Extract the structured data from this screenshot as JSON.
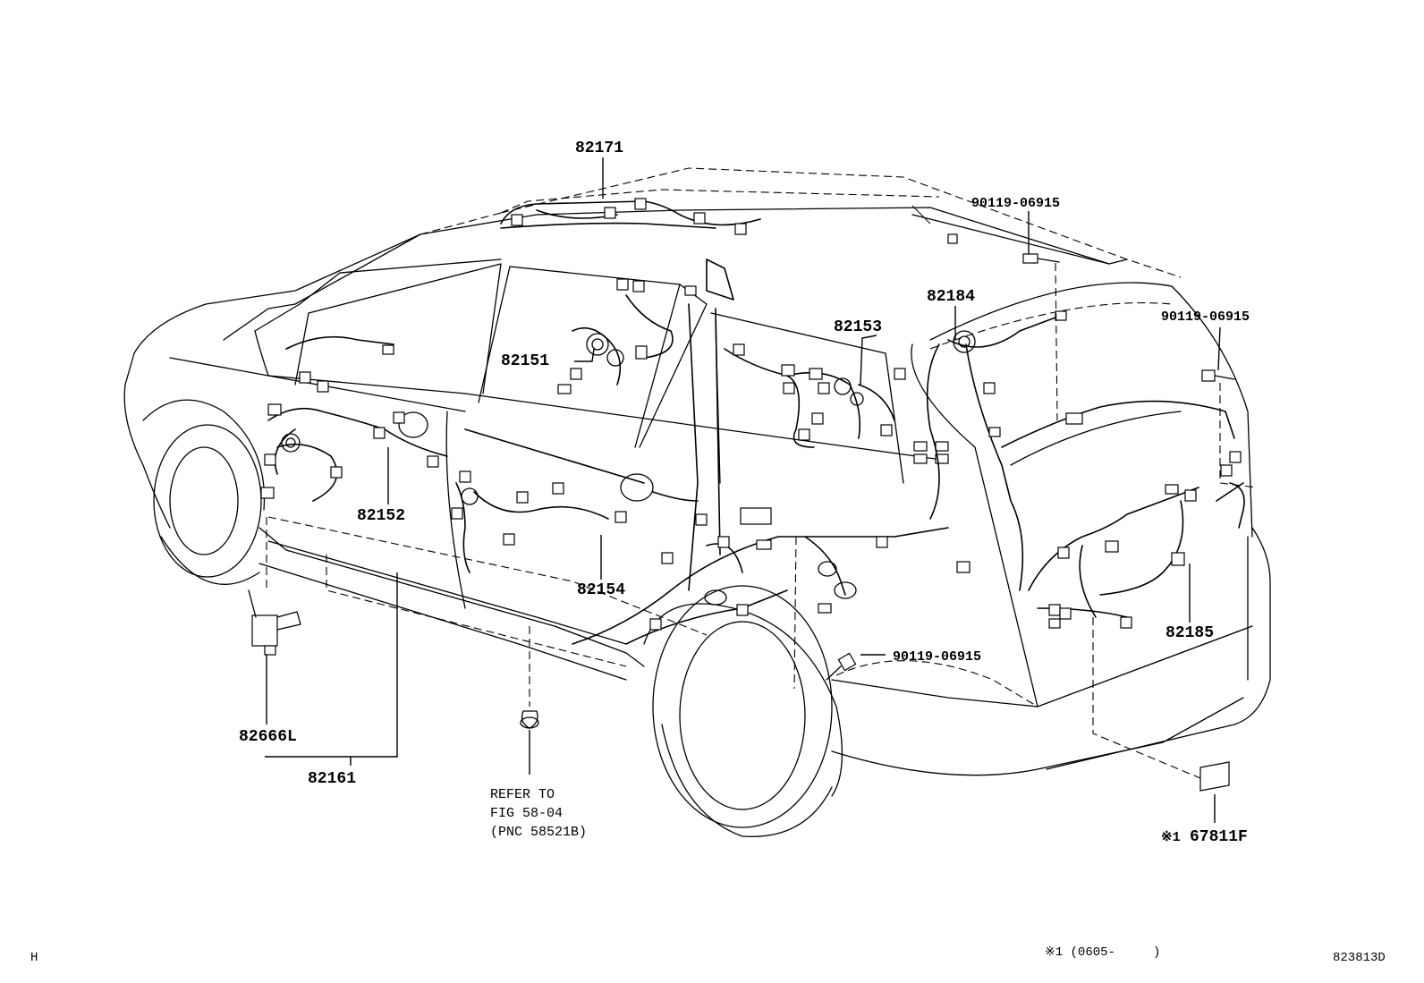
{
  "diagram": {
    "part_labels": {
      "p82171": "82171",
      "p90119_a": "90119-06915",
      "p82184": "82184",
      "p90119_b": "90119-06915",
      "p82153": "82153",
      "p82151": "82151",
      "p82152": "82152",
      "p82154": "82154",
      "p82185": "82185",
      "p90119_c": "90119-06915",
      "p82666L": "82666L",
      "p82161": "82161",
      "p67811F": "67811F"
    },
    "refer_note": [
      "REFER TO",
      "FIG 58-04",
      "(PNC 58521B)"
    ],
    "mark_symbol": "※1",
    "footer": {
      "left": "H",
      "note": "※1 (0605-     )",
      "code": "823813D"
    }
  }
}
